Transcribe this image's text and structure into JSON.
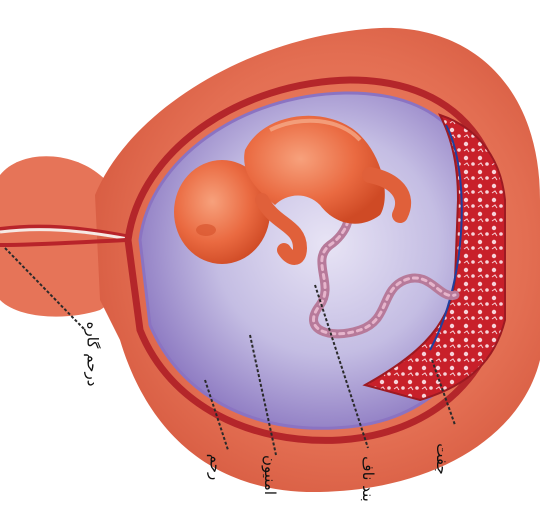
{
  "labels": {
    "cervix": "د‌رحم گاره",
    "uterus": "رحم",
    "amnion": "امنیون",
    "umbilical_cord": "بند ناف",
    "placenta": "جفت"
  },
  "colors": {
    "uterus_wall": "#e36e52",
    "uterus_dark": "#c9432f",
    "uterus_lining": "#b4262a",
    "amniotic_fluid": "#c9c2e6",
    "amniotic_deep": "#7e67b6",
    "fetus": "#ea6a41",
    "fetus_light": "#f4956e",
    "placenta": "#c8202a",
    "placenta_dots": "#f7d3d9",
    "cord": "#b77a9a",
    "leader_line": "#2a2a2a"
  }
}
